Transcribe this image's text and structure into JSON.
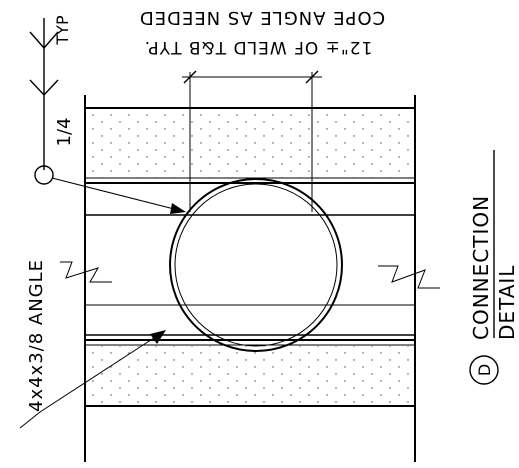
{
  "notes": {
    "top_line1": "COPE ANGLE AS NEEDED",
    "top_line2": "12\"± OF WELD T&B TYP."
  },
  "weld_symbol": {
    "tail": "TYP",
    "size": "1/4"
  },
  "callout": {
    "angle": "4x4x3/8 ANGLE"
  },
  "detail_title": {
    "letter": "D",
    "line1": "CONNECTION",
    "line2": "DETAIL"
  }
}
